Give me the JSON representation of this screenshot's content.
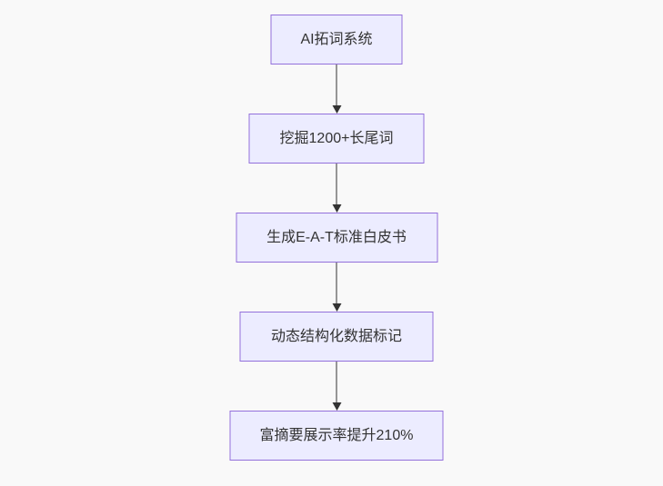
{
  "diagram": {
    "type": "flowchart",
    "direction": "top-down",
    "nodes": [
      {
        "label": "AI拓词系统"
      },
      {
        "label": "挖掘1200+长尾词"
      },
      {
        "label": "生成E-A-T标准白皮书"
      },
      {
        "label": "动态结构化数据标记"
      },
      {
        "label": "富摘要展示率提升210%"
      }
    ],
    "edges": [
      {
        "from": "AI拓词系统",
        "to": "挖掘1200+长尾词"
      },
      {
        "from": "挖掘1200+长尾词",
        "to": "生成E-A-T标准白皮书"
      },
      {
        "from": "生成E-A-T标准白皮书",
        "to": "动态结构化数据标记"
      },
      {
        "from": "动态结构化数据标记",
        "to": "富摘要展示率提升210%"
      }
    ],
    "colors": {
      "background": "#F9F9F9",
      "node_fill": "#ECECFF",
      "node_border": "#9370DB",
      "node_text": "#333333",
      "arrow": "#333333"
    }
  }
}
